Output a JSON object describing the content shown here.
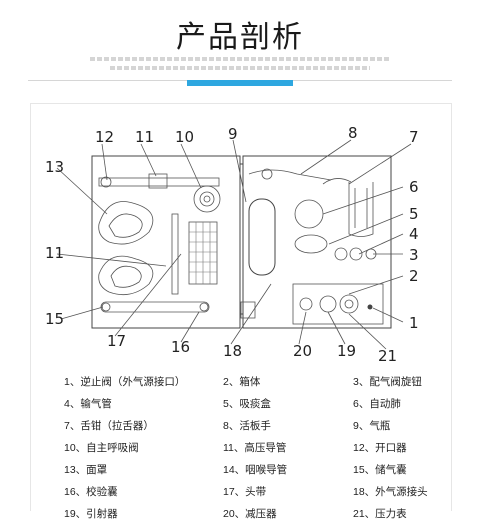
{
  "title": "产品剖析",
  "callouts": [
    "1",
    "2",
    "3",
    "4",
    "5",
    "6",
    "7",
    "8",
    "9",
    "10",
    "11",
    "11",
    "12",
    "13",
    "15",
    "16",
    "17",
    "18",
    "19",
    "20",
    "21"
  ],
  "parts": [
    [
      "1、逆止阀（外气源接口）",
      "2、箱体",
      "3、配气阀旋钮"
    ],
    [
      "4、输气管",
      "5、吸痰盒",
      "6、自动肺"
    ],
    [
      "7、舌钳（拉舌器）",
      "8、活板手",
      "9、气瓶"
    ],
    [
      "10、自主呼吸阀",
      "11、高压导管",
      "12、开口器"
    ],
    [
      "13、面罩",
      "14、咽喉导管",
      "15、储气囊"
    ],
    [
      "16、校验囊",
      "17、头带",
      "18、外气源接头"
    ],
    [
      "19、引射器",
      "20、减压器",
      "21、压力表"
    ]
  ],
  "colors": {
    "accent": "#2ea7e0",
    "line": "#444444"
  }
}
